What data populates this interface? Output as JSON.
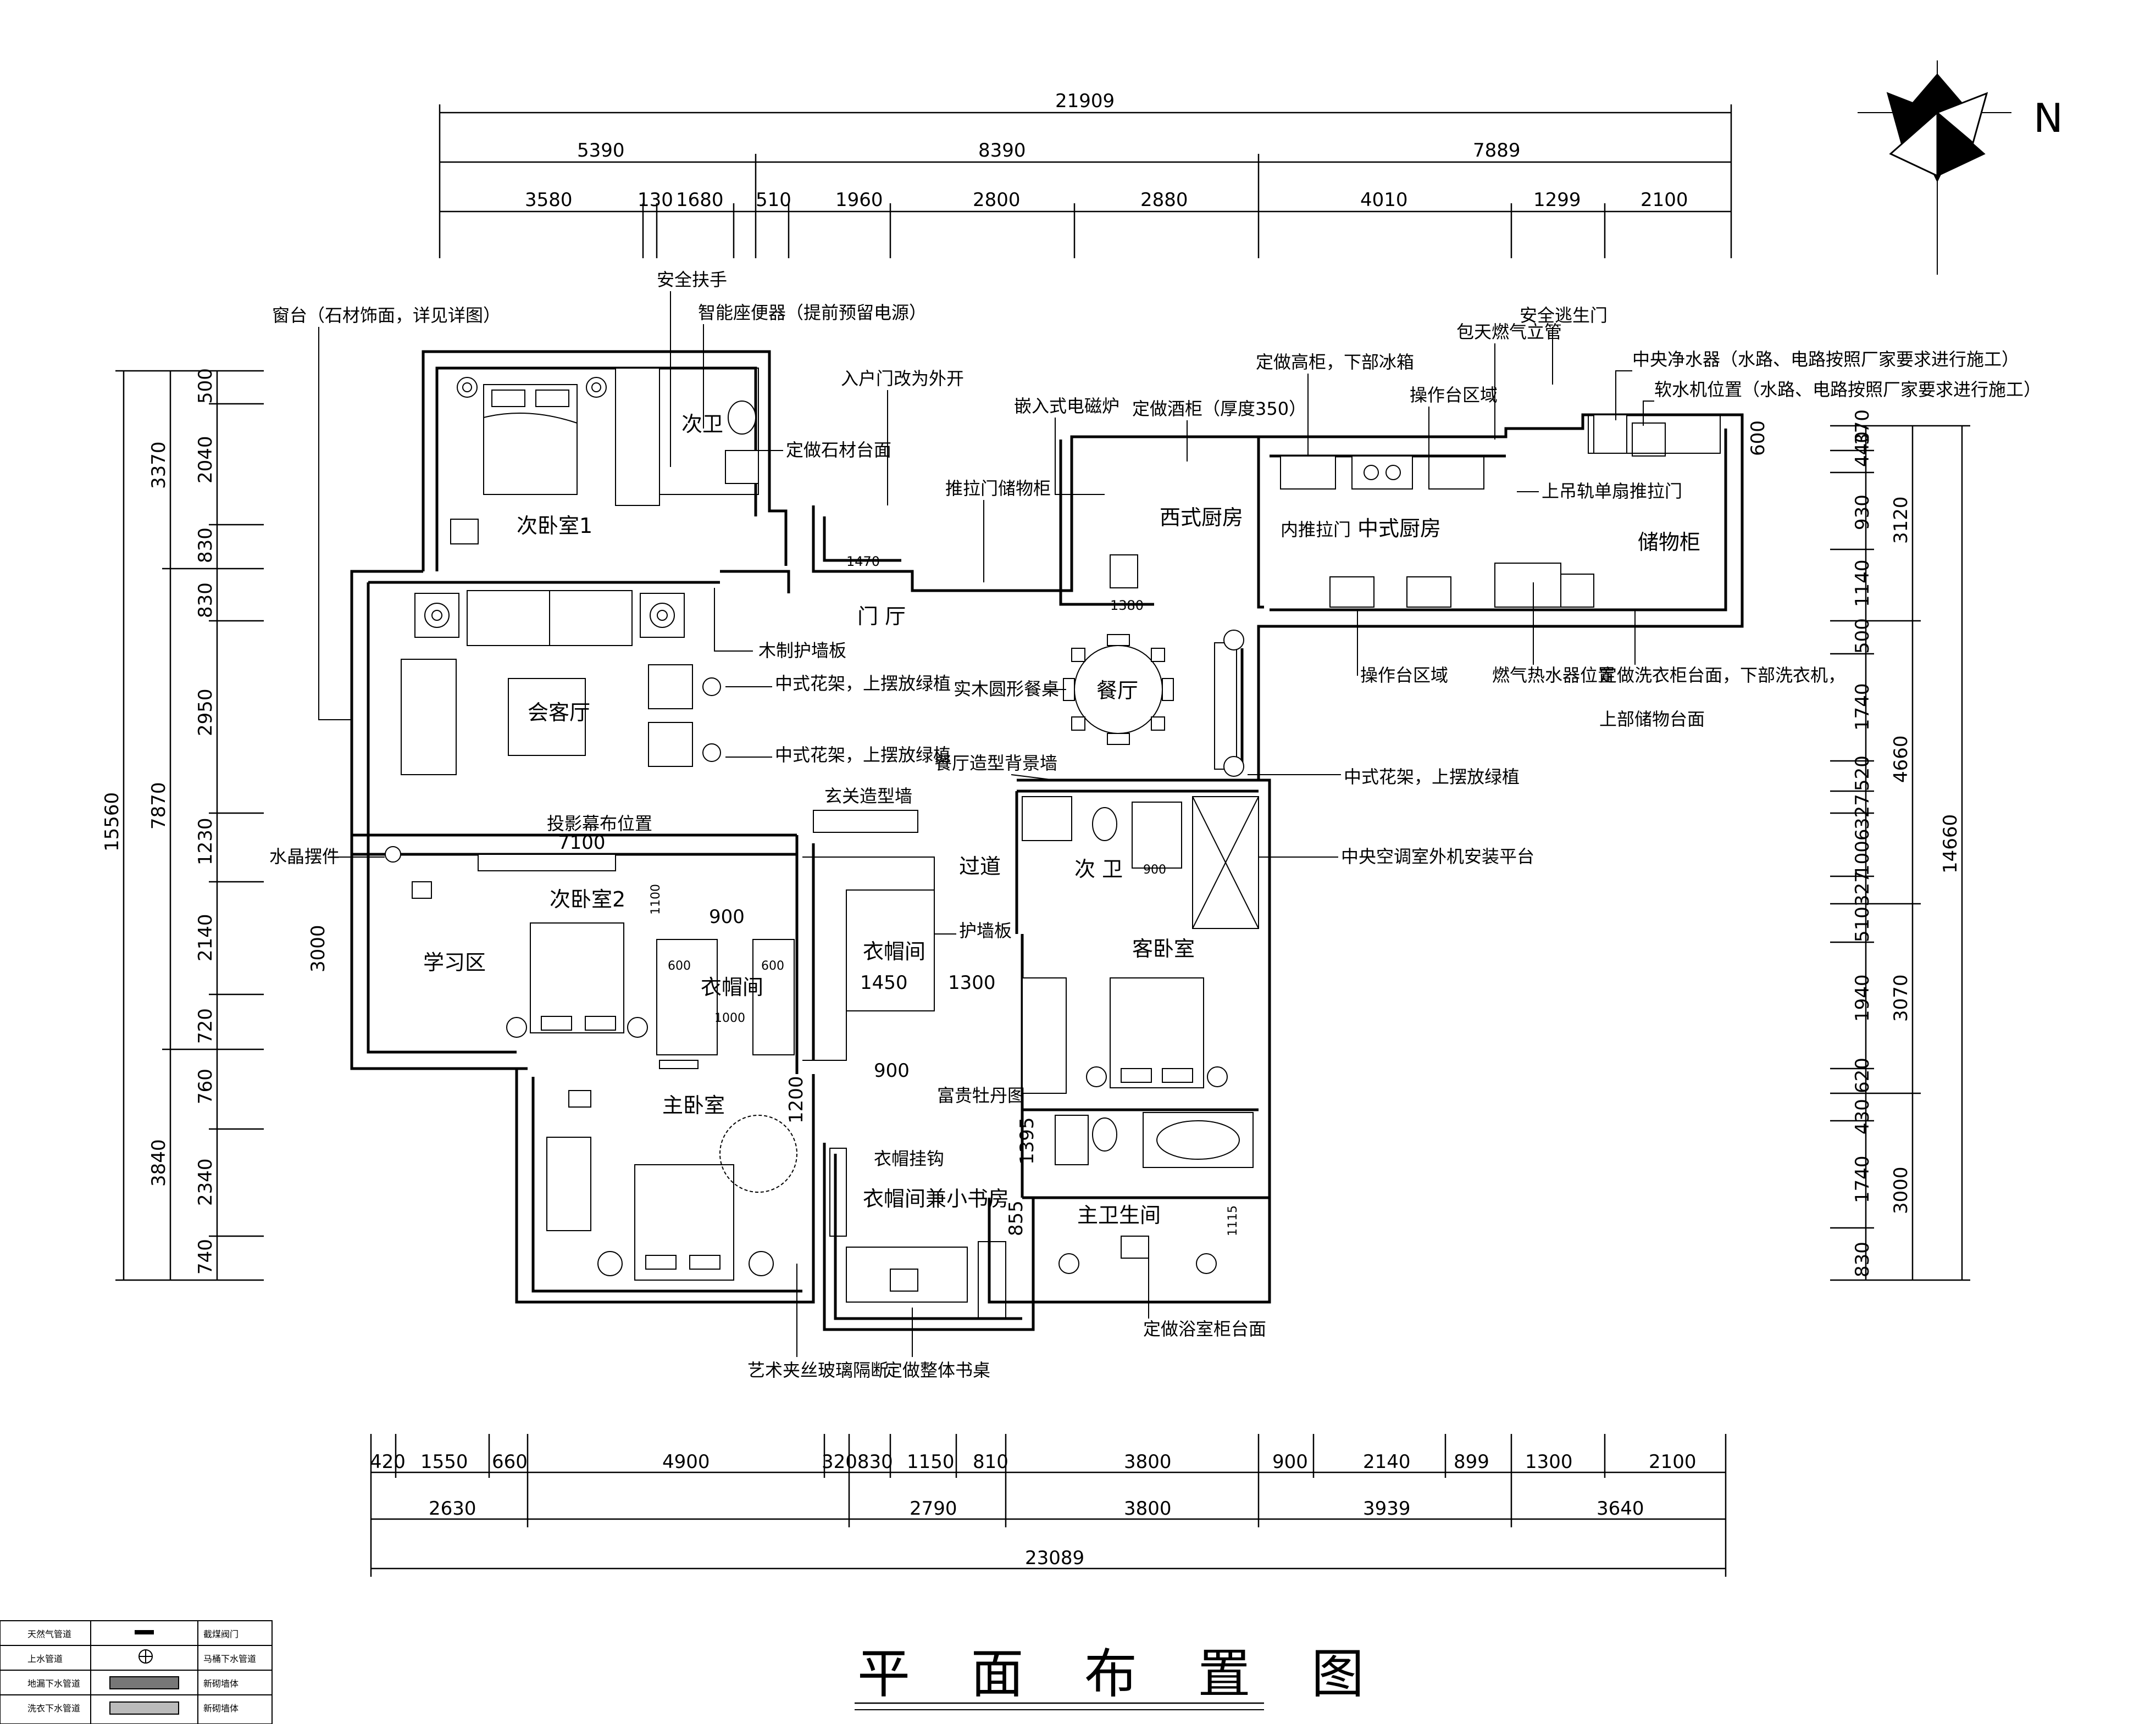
{
  "title": "平 面 布 置 图",
  "north_label": "N",
  "dims_top": {
    "total": "21909",
    "mid": [
      "5390",
      "8390",
      "7889"
    ],
    "detail": [
      "3580",
      "130",
      "1680",
      "510",
      "1960",
      "2800",
      "2880",
      "4010",
      "1299",
      "2100"
    ]
  },
  "dims_bottom": {
    "detail": [
      "420",
      "1550",
      "660",
      "4900",
      "320830",
      "1150",
      "810",
      "3800",
      "900",
      "2140",
      "899",
      "1300",
      "2100"
    ],
    "mid": [
      "2630",
      "2790",
      "3800",
      "3939",
      "3640"
    ],
    "total": "23089"
  },
  "dims_left": {
    "total": "15560",
    "mid": [
      "3370",
      "7870",
      "3000",
      "3840"
    ],
    "detail": [
      "500",
      "2040",
      "830",
      "830",
      "2950",
      "1230",
      "2140",
      "720",
      "760",
      "2340",
      "740"
    ]
  },
  "dims_right": {
    "total": "14660",
    "mid": [
      "3120",
      "4660",
      "3070",
      "3000"
    ],
    "detail": [
      "440",
      "370",
      "930",
      "1140",
      "500",
      "1740",
      "520",
      "327",
      "1006",
      "327",
      "510",
      "1940",
      "620",
      "430",
      "1740",
      "830"
    ],
    "small": "600"
  },
  "inner_dims": [
    "1470",
    "1380",
    "900",
    "1100",
    "900",
    "600",
    "600",
    "1000",
    "1450",
    "1300",
    "900",
    "1200",
    "1395",
    "855",
    "1115",
    "7100"
  ],
  "rooms": {
    "bedroom_2nd_1": "次卧室1",
    "bath_2nd_top": "次卫",
    "living": "会客厅",
    "entry_hall": "门  厅",
    "western_kitchen": "西式厨房",
    "chinese_kitchen": "中式厨房",
    "storage": "储物柜",
    "dining": "餐厅",
    "bedroom_2nd_2": "次卧室2",
    "study_zone": "学习区",
    "closet_small": "衣帽间",
    "closet_big": "衣帽间",
    "corridor": "过道",
    "bath_2nd_mid": "次  卫",
    "guest_room": "客卧室",
    "master_bedroom": "主卧室",
    "closet_study": "衣帽间兼小书房",
    "master_bath": "主卫生间"
  },
  "notes": {
    "safety_handrail": "安全扶手",
    "smart_toilet": "智能座便器（提前预留电源）",
    "window_sill": "窗台（石材饰面，详见详图）",
    "stone_counter": "定做石材台面",
    "entry_door": "入户门改为外开",
    "sliding_storage": "推拉门储物柜",
    "induction": "嵌入式电磁炉",
    "wine_cabinet": "定做酒柜（厚度350）",
    "tall_cabinet": "定做高柜，下部冰箱",
    "gas_pipe": "包天燃气立管",
    "work_zone_top": "操作台区域",
    "escape_door": "安全逃生门",
    "water_purifier": "中央净水器（水路、电路按照厂家要求进行施工）",
    "softener": "软水机位置（水路、电路按照厂家要求进行施工）",
    "top_rail_door": "上吊轨单扇推拉门",
    "inner_sliding": "内推拉门",
    "wood_panel": "木制护墙板",
    "flower_stand_1": "中式花架，上摆放绿植",
    "flower_stand_2": "中式花架，上摆放绿植",
    "round_table": "实木圆形餐桌",
    "work_zone_bottom": "操作台区域",
    "water_heater": "燃气热水器位置",
    "laundry": "定做洗衣柜台面，下部洗衣机，",
    "laundry_2": "上部储物台面",
    "dining_wall": "餐厅造型背景墙",
    "flower_stand_3": "中式花架，上摆放绿植",
    "entry_wall": "玄关造型墙",
    "crystal": "水晶摆件",
    "projector": "投影幕布位置",
    "ac_platform": "中央空调室外机安装平台",
    "wall_panel": "护墙板",
    "peony": "富贵牡丹图",
    "coat_hook": "衣帽挂钩",
    "glass_partition": "艺术夹丝玻璃隔断",
    "desk": "定做整体书桌",
    "vanity": "定做浴室柜台面"
  },
  "legend": [
    {
      "left": "天然气管道",
      "right": "截煤阀门"
    },
    {
      "left": "上水管道",
      "right": "马桶下水管道"
    },
    {
      "left": "地漏下水管道",
      "right": "新砌墙体"
    },
    {
      "left": "洗衣下水管道",
      "right": "新砌墙体"
    }
  ]
}
